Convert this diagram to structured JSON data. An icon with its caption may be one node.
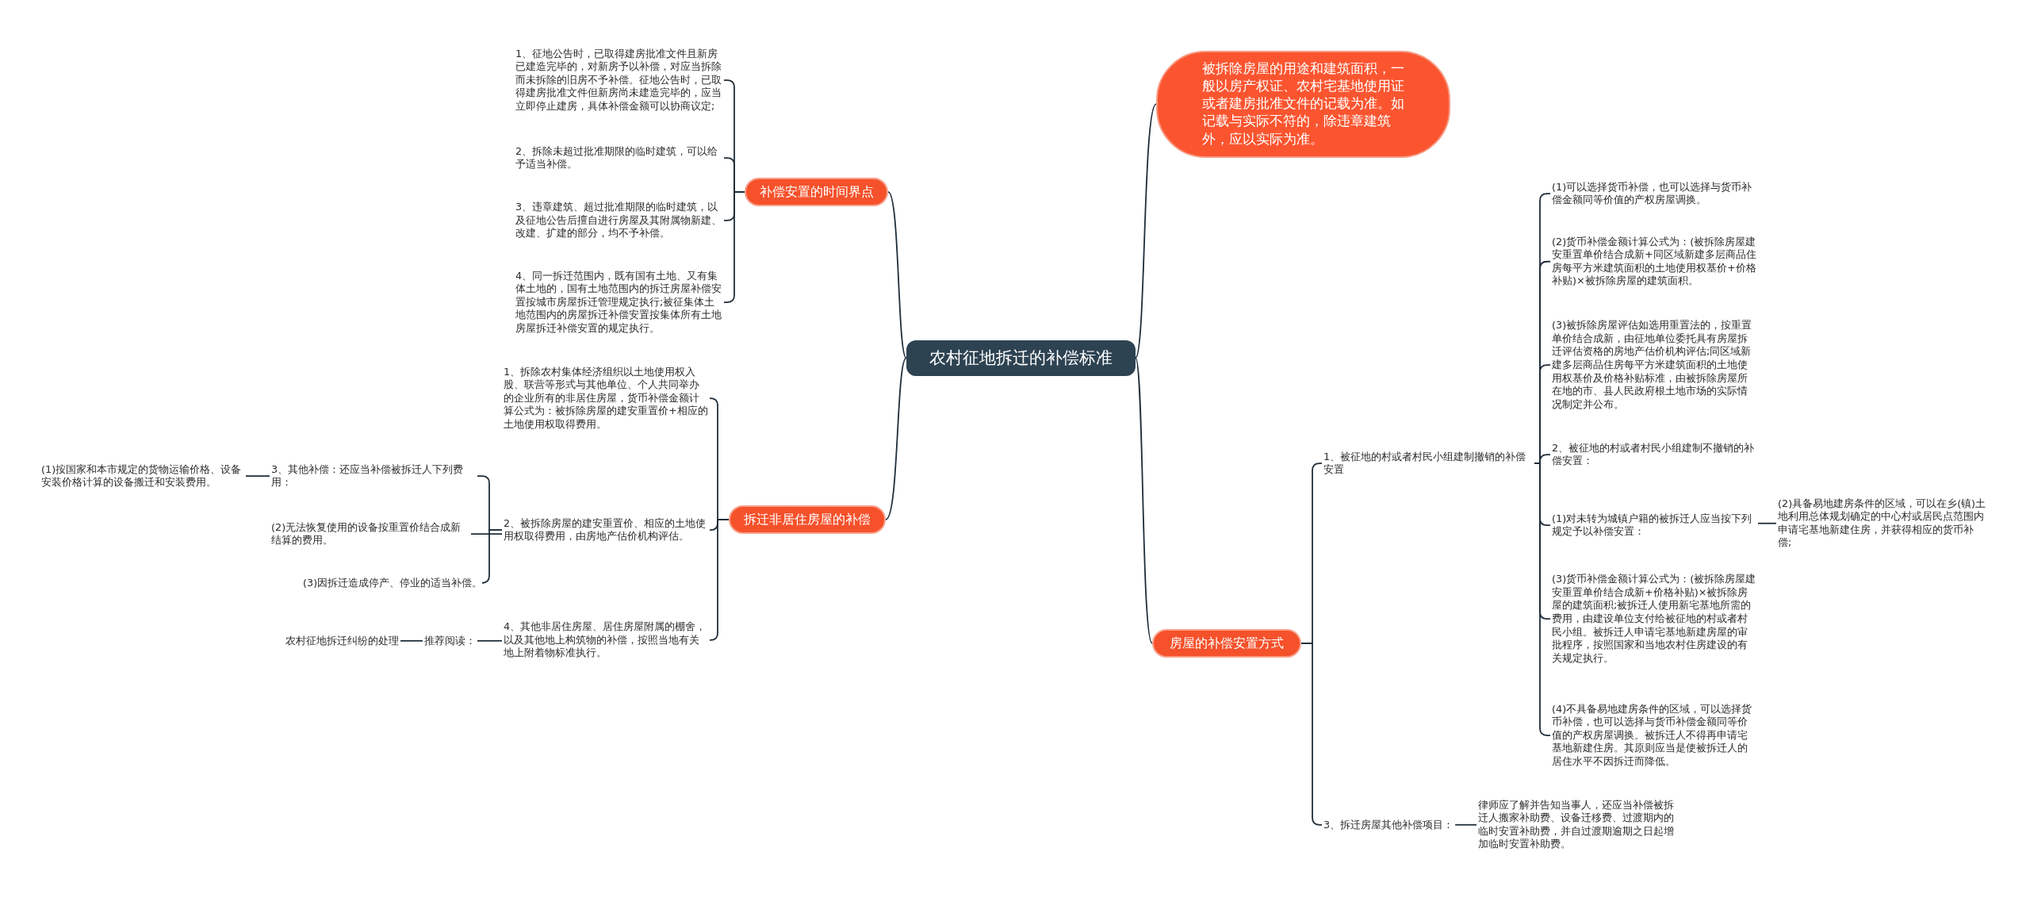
{
  "diagram": {
    "nodes": [
      {
        "text": [
          "农村征地拆迁的补偿标准"
        ]
      },
      {
        "text": [
          "补偿安置的时间界点"
        ]
      },
      {
        "text": [
          "1、征地公告时，已取得建房批准文件且新房已建造完毕的，对新房予以补偿，对应当拆除而未拆除的旧房不予补偿。征地公告时，已取得建房批准文件但新房尚未建造完毕的，应当立即停止建房，具体补偿金额可以协商议定;"
        ]
      },
      {
        "text": [
          "2、拆除未超过批准期限的临时建筑，可以给予适当补偿。"
        ]
      },
      {
        "text": [
          "3、违章建筑、超过批准期限的临时建筑，以及征地公告后擅自进行房屋及其附属物新建、改建、扩建的部分，均不予补偿。"
        ]
      },
      {
        "text": [
          "4、同一拆迁范围内，既有国有土地、又有集体土地的，国有土地范围内的拆迁房屋补偿安置按城市房屋拆迁管理规定执行;被征集体土地范围内的房屋拆迁补偿安置按集体所有土地房屋拆迁补偿安置的规定执行。"
        ]
      },
      {
        "text": [
          "拆迁非居住房屋的补偿"
        ]
      },
      {
        "text": [
          "1、拆除农村集体经济组织以土地使用权入股、联营等形式与其他单位、个人共同举办的企业所有的非居住房屋，货币补偿金额计算公式为：被拆除房屋的建安重置价+相应的土地使用权取得费用。"
        ]
      },
      {
        "text": [
          "2、被拆除房屋的建安重置价、相应的土地使用权取得费用，由房地产估价机构评估。"
        ]
      },
      {
        "text": [
          "3、其他补偿：还应当补偿被拆迁人下列费用："
        ]
      },
      {
        "text": [
          "(1)按国家和本市规定的货物运输价格、设备安装价格计算的设备搬迁和安装费用。"
        ]
      },
      {
        "text": [
          "(2)无法恢复使用的设备按重置价结合成新结算的费用。"
        ]
      },
      {
        "text": [
          "(3)因拆迁造成停产、停业的适当补偿。"
        ]
      },
      {
        "text": [
          "4、其他非居住房屋、居住房屋附属的棚舍，以及其他地上构筑物的补偿，按照当地有关地上附着物标准执行。"
        ]
      },
      {
        "text": [
          "推荐阅读："
        ]
      },
      {
        "text": [
          "农村征地拆迁纠纷的处理"
        ]
      },
      {
        "text": [
          "被拆除房屋的用途和建筑面积，一般以房产权证、农村宅基地使用证或者建房批准文件的记载为准。如记载与实际不符的，除违章建筑外，应以实际为准。"
        ]
      },
      {
        "text": [
          "房屋的补偿安置方式"
        ]
      },
      {
        "text": [
          "1、被征地的村或者村民小组建制撤销的补偿安置"
        ]
      },
      {
        "text": [
          "(1)可以选择货币补偿，也可以选择与货币补偿金额同等价值的产权房屋调换。"
        ]
      },
      {
        "text": [
          "(2)货币补偿金额计算公式为：(被拆除房屋建安重置单价结合成新+同区域新建多层商品住房每平方米建筑面积的土地使用权基价+价格补贴)×被拆除房屋的建筑面积。"
        ]
      },
      {
        "text": [
          "(3)被拆除房屋评估如选用重置法的，按重置单价结合成新，由征地单位委托具有房屋拆迁评估资格的房地产估价机构评估;同区域新建多层商品住房每平方米建筑面积的土地使用权基价及价格补贴标准，由被拆除房屋所在地的市、县人民政府根土地市场的实际情况制定并公布。"
        ]
      },
      {
        "text": [
          "2、被征地的村或者村民小组建制不撤销的补偿安置："
        ]
      },
      {
        "text": [
          "(1)对未转为城镇户籍的被拆迁人应当按下列规定予以补偿安置："
        ]
      },
      {
        "text": [
          "(2)具备易地建房条件的区域，可以在乡(镇)土地利用总体规划确定的中心村或居民点范围内申请宅基地新建住房，并获得相应的货币补偿;"
        ]
      },
      {
        "text": [
          "(3)货币补偿金额计算公式为：(被拆除房屋建安重置单价结合成新+价格补贴)×被拆除房屋的建筑面积;被拆迁人使用新宅基地所需的费用，由建设单位支付给被征地的村或者村民小组。被拆迁人申请宅基地新建房屋的审批程序，按照国家和当地农村住房建设的有关规定执行。"
        ]
      },
      {
        "text": [
          "(4)不具备易地建房条件的区域，可以选择货币补偿，也可以选择与货币补偿金额同等价值的产权房屋调换。被拆迁人不得再申请宅基地新建住房。其原则应当是使被拆迁人的居住水平不因拆迁而降低。"
        ]
      },
      {
        "text": [
          "3、拆迁房屋其他补偿项目："
        ]
      },
      {
        "text": [
          "律师应了解并告知当事人，还应当补偿被拆迁人搬家补助费、设备迁移费、过渡期内的临时安置补助费，并自过渡期逾期之日起增加临时安置补助费。"
        ]
      }
    ],
    "edges": [
      {
        "from": 0,
        "to": 1,
        "arrow": "none"
      },
      {
        "from": 1,
        "to": 2,
        "arrow": "none"
      },
      {
        "from": 1,
        "to": 3,
        "arrow": "none"
      },
      {
        "from": 1,
        "to": 4,
        "arrow": "none"
      },
      {
        "from": 1,
        "to": 5,
        "arrow": "none"
      },
      {
        "from": 0,
        "to": 6,
        "arrow": "none"
      },
      {
        "from": 6,
        "to": 7,
        "arrow": "none"
      },
      {
        "from": 6,
        "to": 8,
        "arrow": "none"
      },
      {
        "from": 6,
        "to": 13,
        "arrow": "none"
      },
      {
        "from": 8,
        "to": 9,
        "arrow": "none"
      },
      {
        "from": 8,
        "to": 11,
        "arrow": "none"
      },
      {
        "from": 8,
        "to": 12,
        "arrow": "none"
      },
      {
        "from": 9,
        "to": 10,
        "arrow": "none"
      },
      {
        "from": 13,
        "to": 14,
        "arrow": "none"
      },
      {
        "from": 14,
        "to": 15,
        "arrow": "none"
      },
      {
        "from": 0,
        "to": 16,
        "arrow": "none"
      },
      {
        "from": 0,
        "to": 17,
        "arrow": "none"
      },
      {
        "from": 17,
        "to": 18,
        "arrow": "none"
      },
      {
        "from": 17,
        "to": 27,
        "arrow": "none"
      },
      {
        "from": 18,
        "to": 19,
        "arrow": "none"
      },
      {
        "from": 18,
        "to": 20,
        "arrow": "none"
      },
      {
        "from": 18,
        "to": 21,
        "arrow": "none"
      },
      {
        "from": 18,
        "to": 22,
        "arrow": "none"
      },
      {
        "from": 18,
        "to": 23,
        "arrow": "none"
      },
      {
        "from": 18,
        "to": 25,
        "arrow": "none"
      },
      {
        "from": 18,
        "to": 26,
        "arrow": "none"
      },
      {
        "from": 23,
        "to": 24,
        "arrow": "none"
      },
      {
        "from": 27,
        "to": 28,
        "arrow": "none"
      }
    ]
  }
}
